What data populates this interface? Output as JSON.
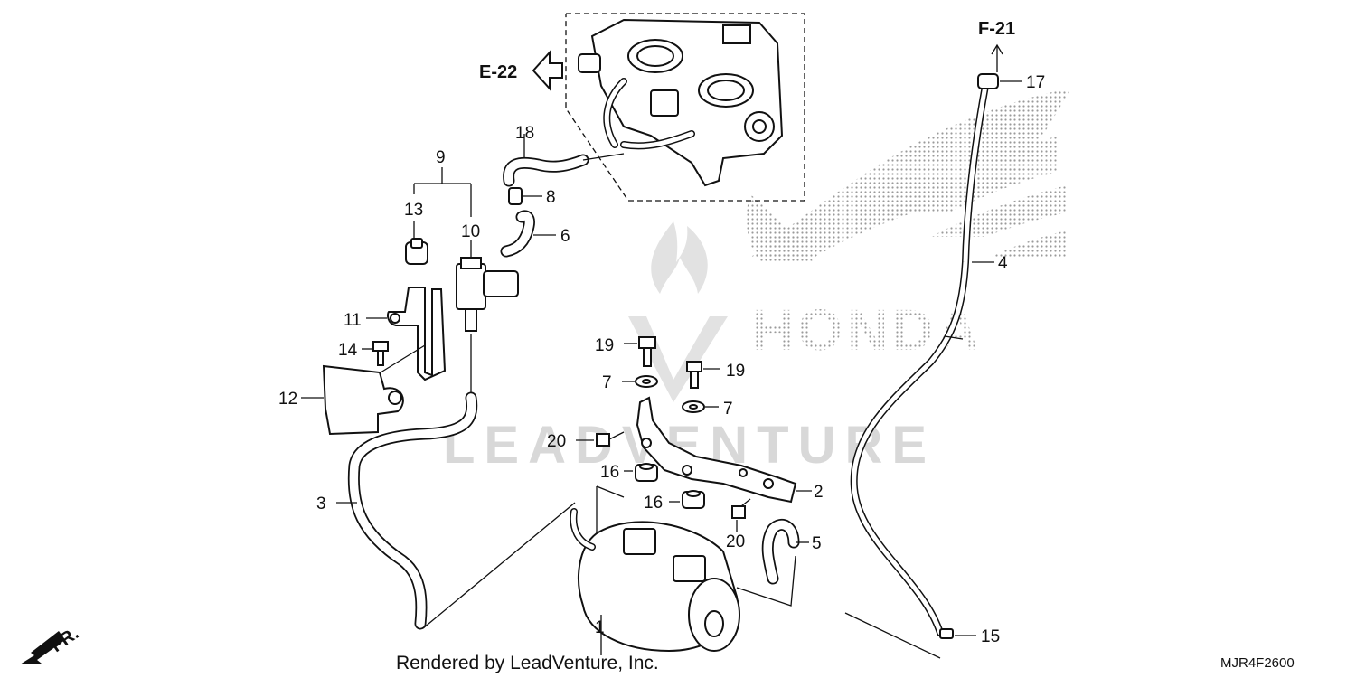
{
  "diagram_code": "MJR4F2600",
  "credit": "Rendered by LeadVenture, Inc.",
  "watermark": "LEADVENTURE",
  "brand_watermark": "HONDA",
  "references": {
    "f21": "F-21",
    "e22": "E-22"
  },
  "front_label": "FR.",
  "callouts": {
    "p1": "1",
    "p2": "2",
    "p3": "3",
    "p4": "4",
    "p5": "5",
    "p6": "6",
    "p7a": "7",
    "p7b": "7",
    "p8": "8",
    "p9": "9",
    "p10": "10",
    "p11": "11",
    "p12": "12",
    "p13": "13",
    "p14": "14",
    "p15": "15",
    "p16a": "16",
    "p16b": "16",
    "p17": "17",
    "p18": "18",
    "p19a": "19",
    "p19b": "19",
    "p20a": "20",
    "p20b": "20"
  }
}
